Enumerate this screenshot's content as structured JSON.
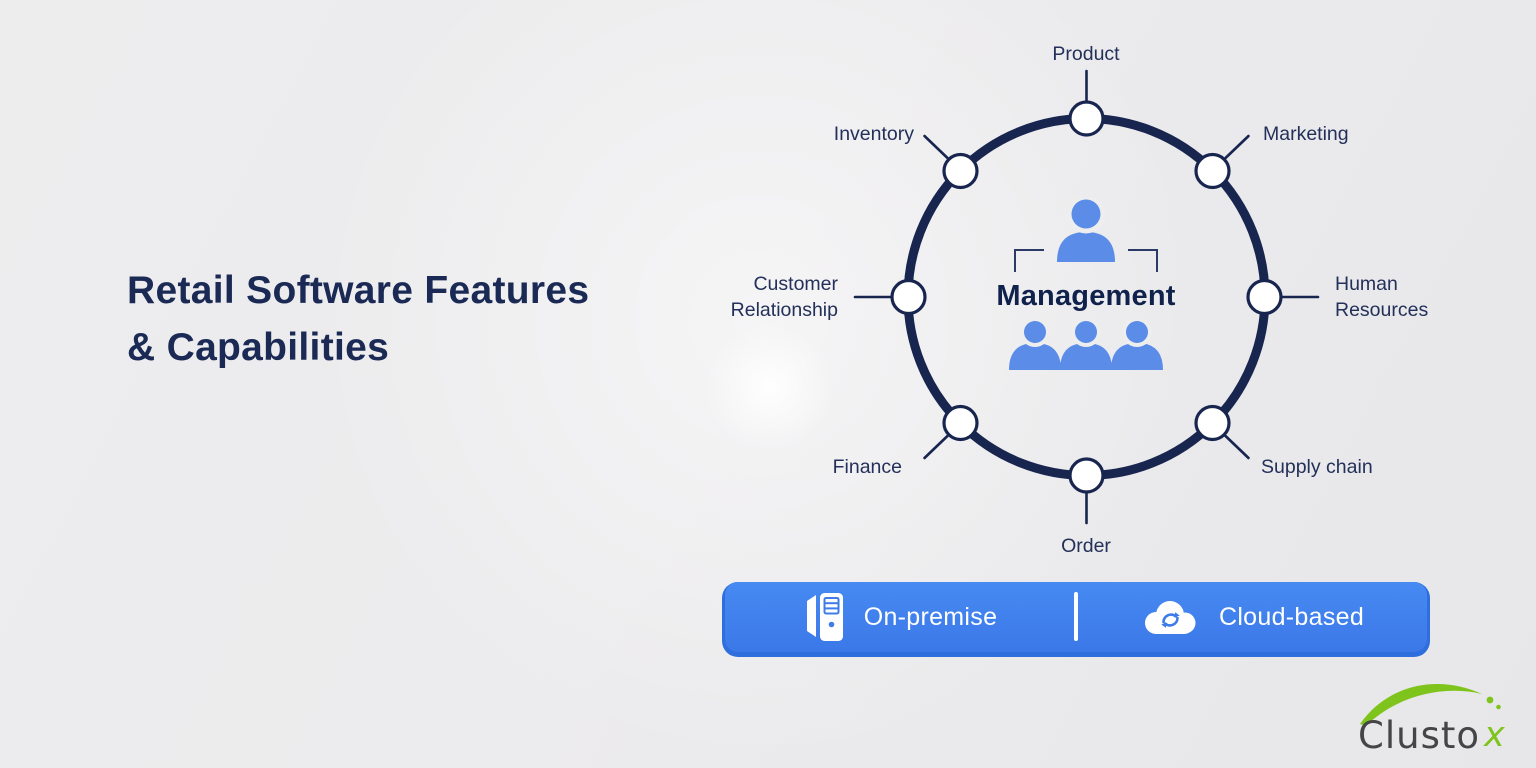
{
  "title": {
    "line1": "Retail Software Features",
    "line2": "& Capabilities"
  },
  "diagram": {
    "center_label": "Management",
    "nodes": [
      {
        "label": "Product",
        "position": "top"
      },
      {
        "label": "Inventory",
        "position": "top-left"
      },
      {
        "label": "Marketing",
        "position": "top-right"
      },
      {
        "label": "Customer Relationship",
        "position": "left"
      },
      {
        "label": "Human Resources",
        "position": "right"
      },
      {
        "label": "Finance",
        "position": "bottom-left"
      },
      {
        "label": "Supply chain",
        "position": "bottom-right"
      },
      {
        "label": "Order",
        "position": "bottom"
      }
    ]
  },
  "legend": {
    "on_premise_label": "On-premise",
    "cloud_based_label": "Cloud-based"
  },
  "logo": {
    "name": "Clusto",
    "accent": "x"
  },
  "colors": {
    "navy": "#17254f",
    "label_navy": "#233059",
    "person_blue": "#5a8ce8",
    "banner_blue": "#3d7ce9",
    "logo_green": "#7fc41c",
    "logo_gray": "#454547"
  }
}
